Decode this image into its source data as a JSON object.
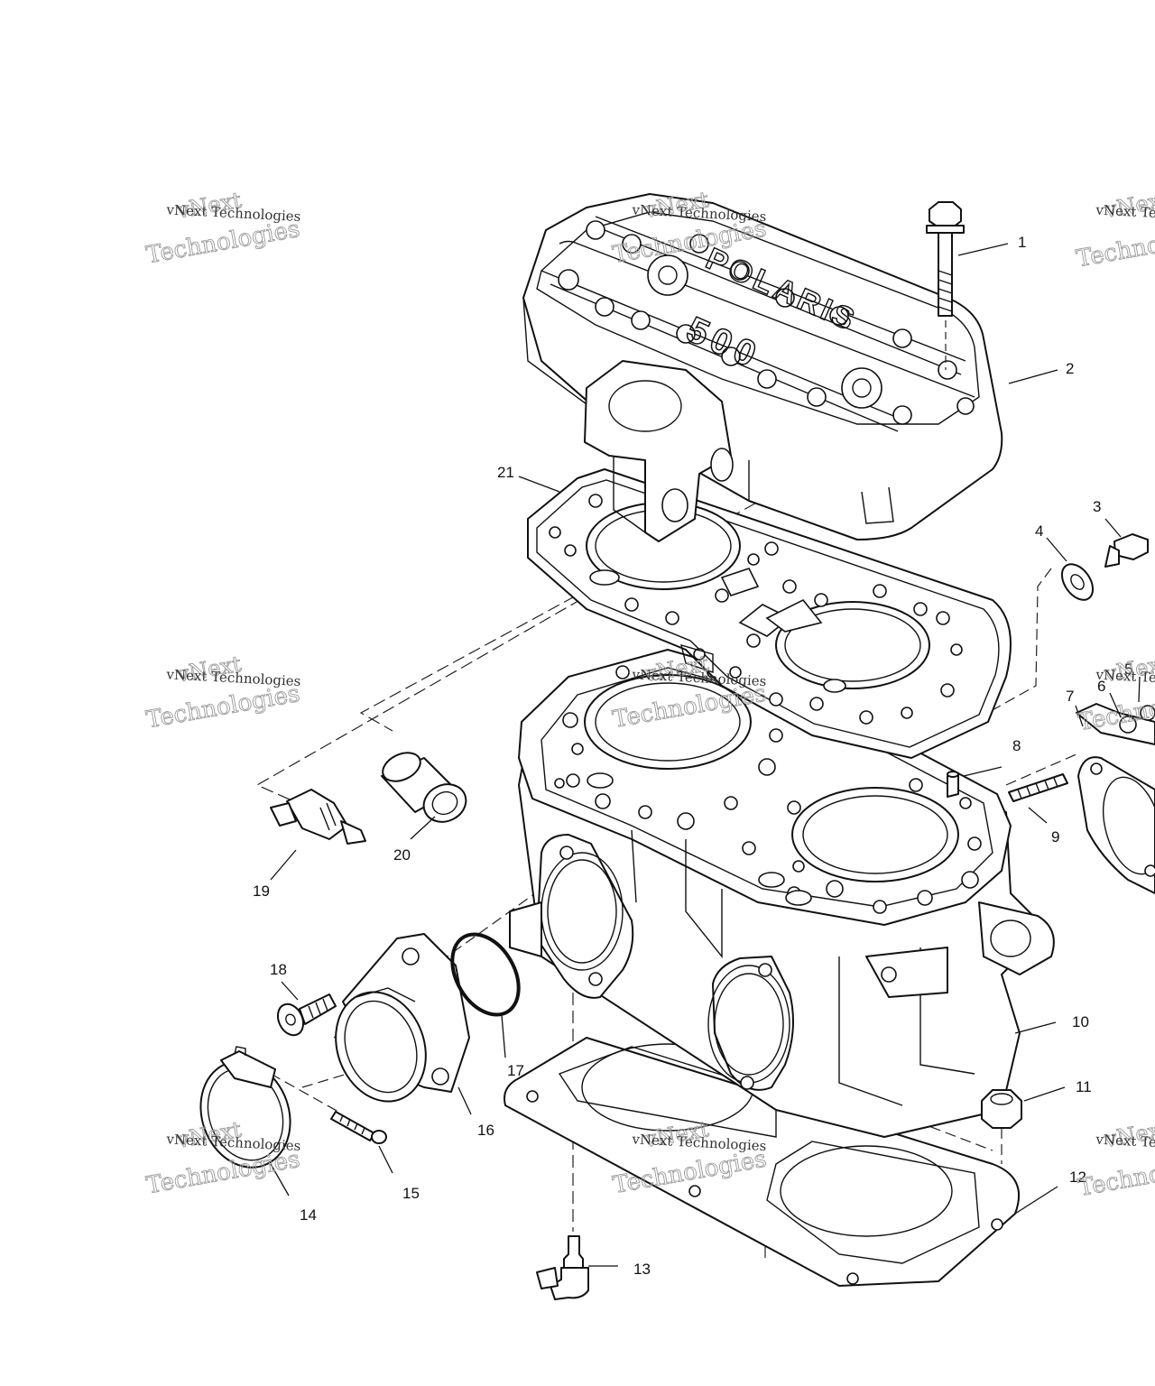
{
  "callouts": [
    {
      "n": "1"
    },
    {
      "n": "2"
    },
    {
      "n": "3"
    },
    {
      "n": "4"
    },
    {
      "n": "5"
    },
    {
      "n": "6"
    },
    {
      "n": "7"
    },
    {
      "n": "8"
    },
    {
      "n": "9"
    },
    {
      "n": "10"
    },
    {
      "n": "11"
    },
    {
      "n": "12"
    },
    {
      "n": "13"
    },
    {
      "n": "14"
    },
    {
      "n": "15"
    },
    {
      "n": "16"
    },
    {
      "n": "17"
    },
    {
      "n": "18"
    },
    {
      "n": "19"
    },
    {
      "n": "20"
    },
    {
      "n": "21"
    }
  ],
  "cover_lettering": "POLARIS 500",
  "watermark": {
    "line_small": "vNext Technologies",
    "line_big_1": "vNext",
    "line_big_2": "Technologies"
  }
}
